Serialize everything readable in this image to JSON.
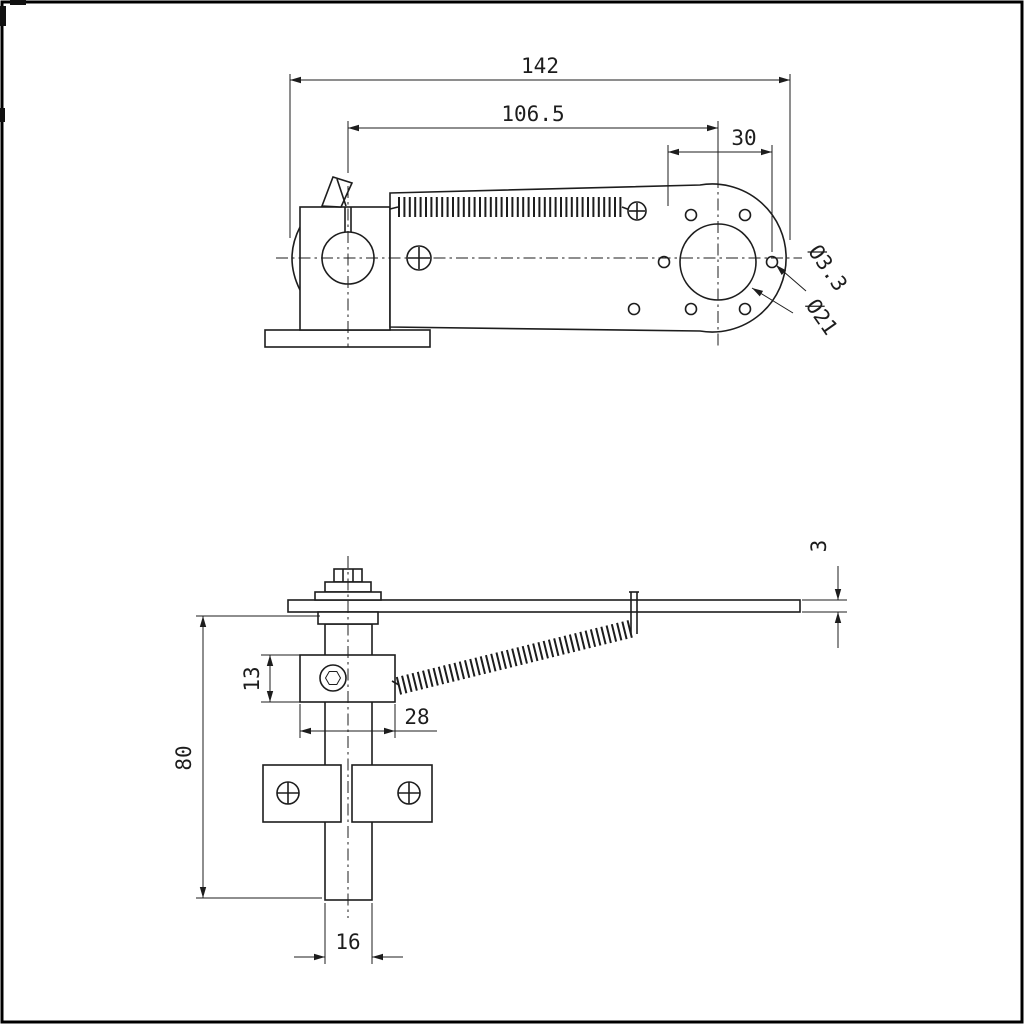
{
  "colors": {
    "ink": "#1d1d1d",
    "paper": "#ffffff"
  },
  "top_view": {
    "dim_overall_length": "142",
    "dim_center_distance": "106.5",
    "dim_hole_offset": "30",
    "label_small_hole_dia": "Ø3.3",
    "label_center_hole_dia": "Ø21"
  },
  "front_view": {
    "dim_plate_thickness": "3",
    "dim_clamp_height": "13",
    "dim_clamp_width": "28",
    "dim_shaft_length": "80",
    "dim_shaft_dia": "16"
  }
}
